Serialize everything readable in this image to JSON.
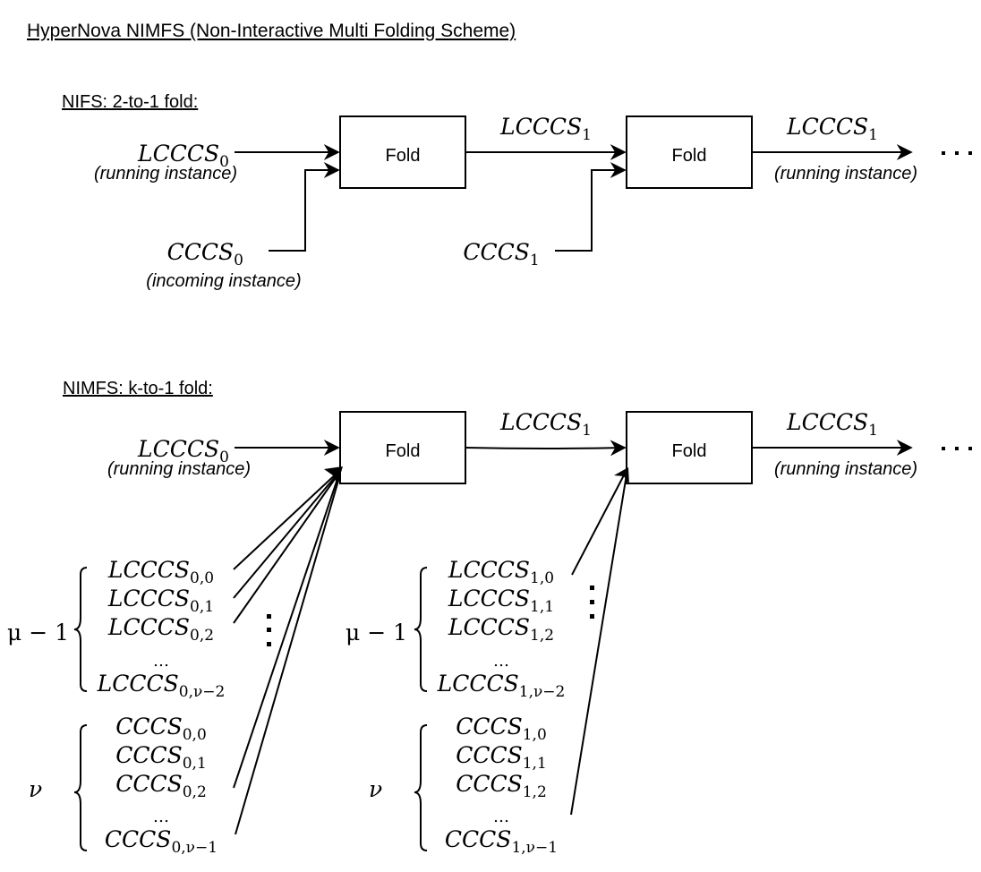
{
  "title": "HyperNova NIMFS (Non-Interactive Multi Folding Scheme)",
  "nifs": {
    "heading": "NIFS: 2-to-1 fold:",
    "fold_label": "Fold",
    "input_running": {
      "base": "LCCCS",
      "sub": "0",
      "note": "(running instance)"
    },
    "input_incoming": {
      "base": "CCCS",
      "sub": "0",
      "note": "(incoming instance)"
    },
    "mid_output": {
      "base": "LCCCS",
      "sub": "1"
    },
    "second_incoming": {
      "base": "CCCS",
      "sub": "1"
    },
    "final_output": {
      "base": "LCCCS",
      "sub": "1",
      "note": "(running instance)"
    },
    "continuation": "· · ·"
  },
  "nimfs": {
    "heading": "NIMFS: k-to-1 fold:",
    "fold_label": "Fold",
    "input_running": {
      "base": "LCCCS",
      "sub": "0",
      "note": "(running instance)"
    },
    "mid_output": {
      "base": "LCCCS",
      "sub": "1"
    },
    "final_output": {
      "base": "LCCCS",
      "sub": "1",
      "note": "(running instance)"
    },
    "continuation": "· · ·",
    "groups": [
      {
        "lcccs_count_label": "μ − 1",
        "lcccs": [
          {
            "base": "LCCCS",
            "sub": "0,0"
          },
          {
            "base": "LCCCS",
            "sub": "0,1"
          },
          {
            "base": "LCCCS",
            "sub": "0,2"
          },
          {
            "base": "…",
            "sub": ""
          },
          {
            "base": "LCCCS",
            "sub": "0,ν−2"
          }
        ],
        "cccs_count_label": "ν",
        "cccs": [
          {
            "base": "CCCS",
            "sub": "0,0"
          },
          {
            "base": "CCCS",
            "sub": "0,1"
          },
          {
            "base": "CCCS",
            "sub": "0,2"
          },
          {
            "base": "…",
            "sub": ""
          },
          {
            "base": "CCCS",
            "sub": "0,ν−1"
          }
        ]
      },
      {
        "lcccs_count_label": "μ − 1",
        "lcccs": [
          {
            "base": "LCCCS",
            "sub": "1,0"
          },
          {
            "base": "LCCCS",
            "sub": "1,1"
          },
          {
            "base": "LCCCS",
            "sub": "1,2"
          },
          {
            "base": "…",
            "sub": ""
          },
          {
            "base": "LCCCS",
            "sub": "1,ν−2"
          }
        ],
        "cccs_count_label": "ν",
        "cccs": [
          {
            "base": "CCCS",
            "sub": "1,0"
          },
          {
            "base": "CCCS",
            "sub": "1,1"
          },
          {
            "base": "CCCS",
            "sub": "1,2"
          },
          {
            "base": "…",
            "sub": ""
          },
          {
            "base": "CCCS",
            "sub": "1,ν−1"
          }
        ]
      }
    ]
  }
}
